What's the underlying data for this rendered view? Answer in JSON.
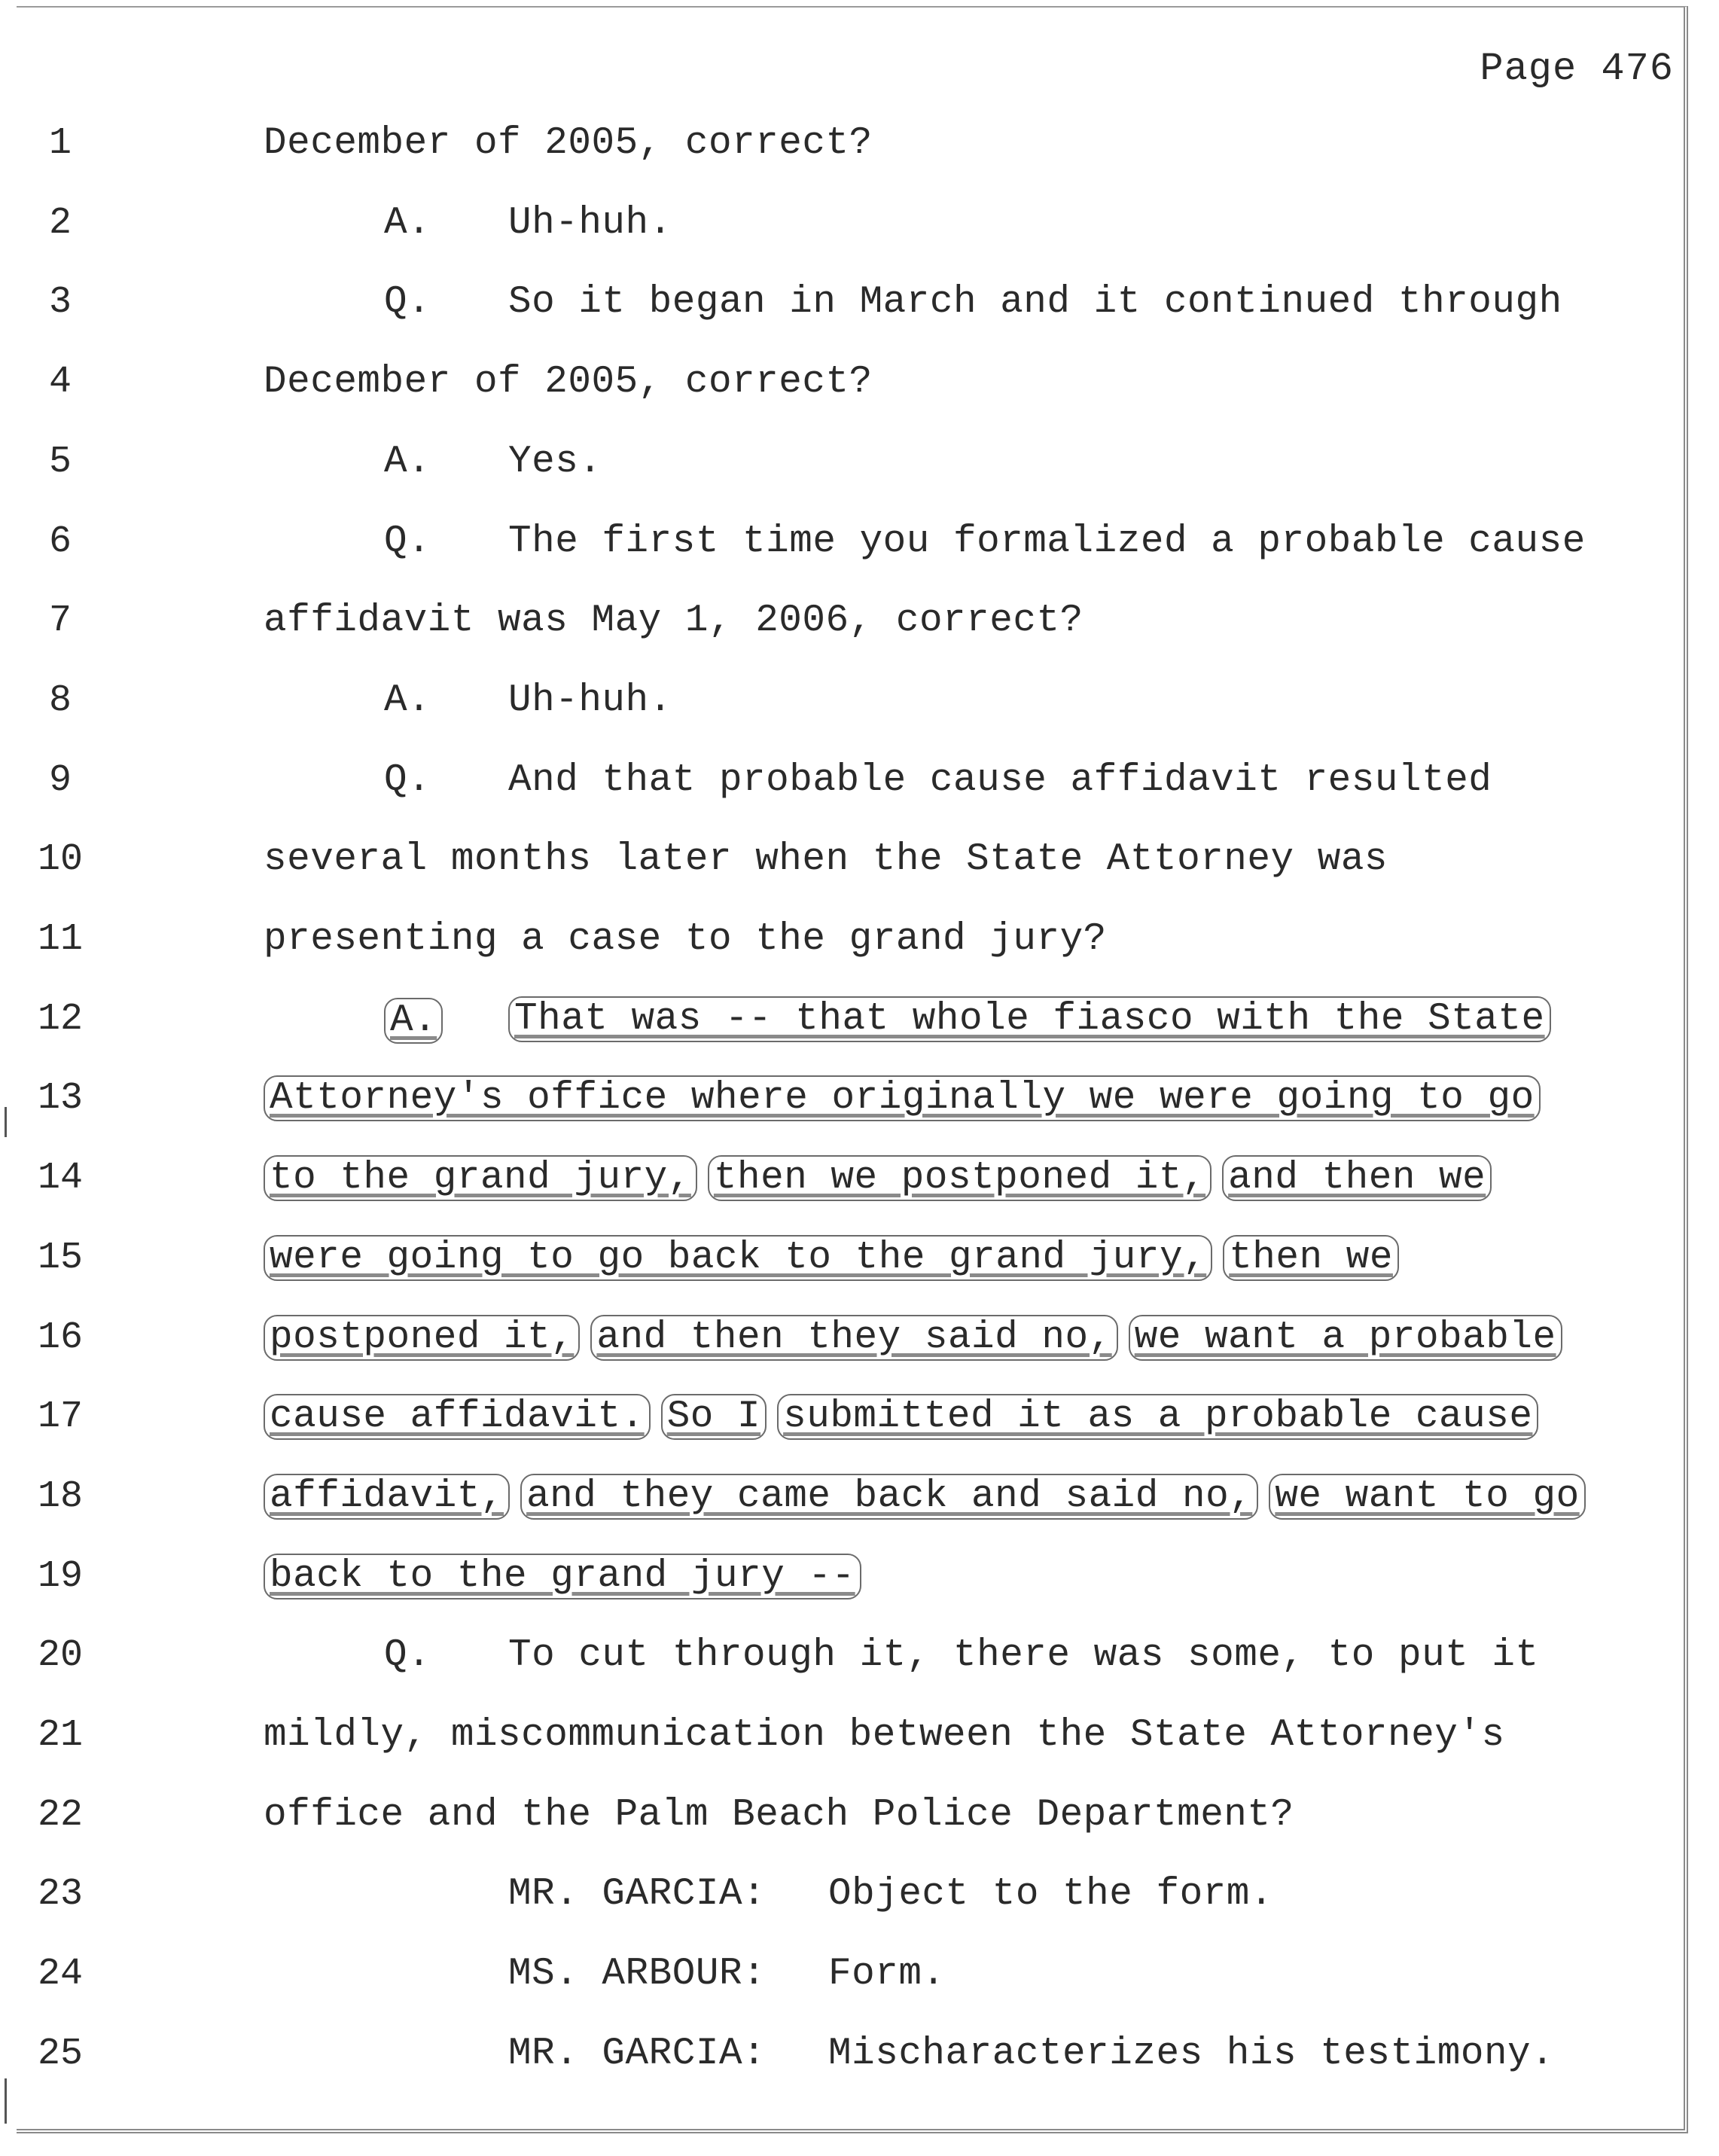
{
  "page_number": "Page 476",
  "lines": [
    {
      "num": "1",
      "speaker": "",
      "text": "December of 2005, correct?"
    },
    {
      "num": "2",
      "speaker": "A.",
      "text": "Uh-huh."
    },
    {
      "num": "3",
      "speaker": "Q.",
      "text": "So it began in March and it continued through"
    },
    {
      "num": "4",
      "speaker": "",
      "text": "December of 2005, correct?"
    },
    {
      "num": "5",
      "speaker": "A.",
      "text": "Yes."
    },
    {
      "num": "6",
      "speaker": "Q.",
      "text": "The first time you formalized a probable cause"
    },
    {
      "num": "7",
      "speaker": "",
      "text": "affidavit was May 1, 2006, correct?"
    },
    {
      "num": "8",
      "speaker": "A.",
      "text": "Uh-huh."
    },
    {
      "num": "9",
      "speaker": "Q.",
      "text": "And that probable cause affidavit resulted"
    },
    {
      "num": "10",
      "speaker": "",
      "text": "several months later when the State Attorney was"
    },
    {
      "num": "11",
      "speaker": "",
      "text": "presenting a case to the grand jury?"
    },
    {
      "num": "12",
      "speaker": "A.",
      "segments": [
        "That was -- that whole fiasco with the State"
      ]
    },
    {
      "num": "13",
      "segments": [
        "Attorney's office where originally we were going to go"
      ]
    },
    {
      "num": "14",
      "segments": [
        "to the grand jury,",
        "then we postponed it,",
        "and then we"
      ]
    },
    {
      "num": "15",
      "segments": [
        "were going to go back to the grand jury,",
        "then we"
      ]
    },
    {
      "num": "16",
      "segments": [
        "postponed it,",
        "and then they said no,",
        "we want a probable"
      ]
    },
    {
      "num": "17",
      "segments": [
        "cause affidavit.",
        "So I",
        "submitted it as a probable cause"
      ]
    },
    {
      "num": "18",
      "segments": [
        "affidavit,",
        "and they came back and said no,",
        "we want to go"
      ]
    },
    {
      "num": "19",
      "segments": [
        "back to the grand jury --"
      ]
    },
    {
      "num": "20",
      "speaker": "Q.",
      "text": "To cut through it, there was some, to put it"
    },
    {
      "num": "21",
      "speaker": "",
      "text": "mildly, miscommunication between the State Attorney's"
    },
    {
      "num": "22",
      "speaker": "",
      "text": "office and the Palm Beach Police Department?"
    },
    {
      "num": "23",
      "colloquy": "MR. GARCIA:",
      "text": "Object to the form."
    },
    {
      "num": "24",
      "colloquy": "MS. ARBOUR:",
      "text": "Form."
    },
    {
      "num": "25",
      "colloquy": "MR. GARCIA:",
      "text": "Mischaracterizes his testimony."
    }
  ]
}
